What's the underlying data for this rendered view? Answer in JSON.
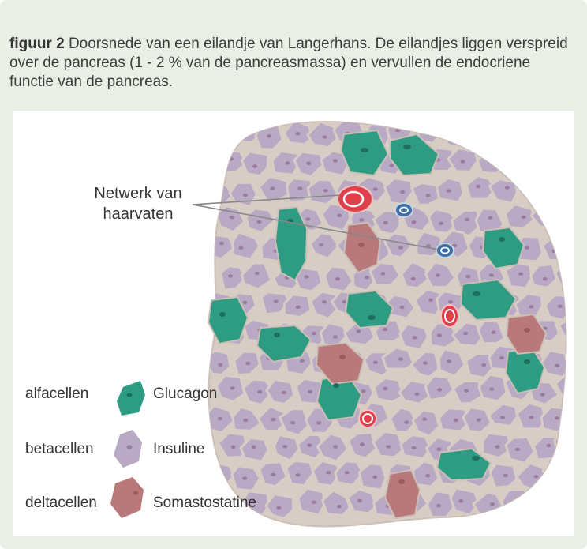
{
  "caption": {
    "figure_label": "figuur 2",
    "text": " Doorsnede van een eilandje van Langerhans. De eilandjes liggen verspreid over de pancreas (1 - 2 % van de pancreasmassa) en vervullen de endocriene functie van de pancreas."
  },
  "diagram": {
    "callout_line1": "Netwerk van",
    "callout_line2": "haarvaten",
    "legend": [
      {
        "cell": "alfacellen",
        "hormone": "Glucagon",
        "color": "#2e9c82"
      },
      {
        "cell": "betacellen",
        "hormone": "Insuline",
        "color": "#b8a9c4"
      },
      {
        "cell": "deltacellen",
        "hormone": "Somastostatine",
        "color": "#b9787a"
      }
    ],
    "colors": {
      "background": "#e9efe4",
      "matrix": "#d8cdc5",
      "beta": "#b8a9c4",
      "beta_dot": "#9b7b9e",
      "alpha": "#2e9c82",
      "delta": "#b9787a",
      "capillary_red": "#e0404a",
      "capillary_blue": "#3f6ea3"
    }
  }
}
